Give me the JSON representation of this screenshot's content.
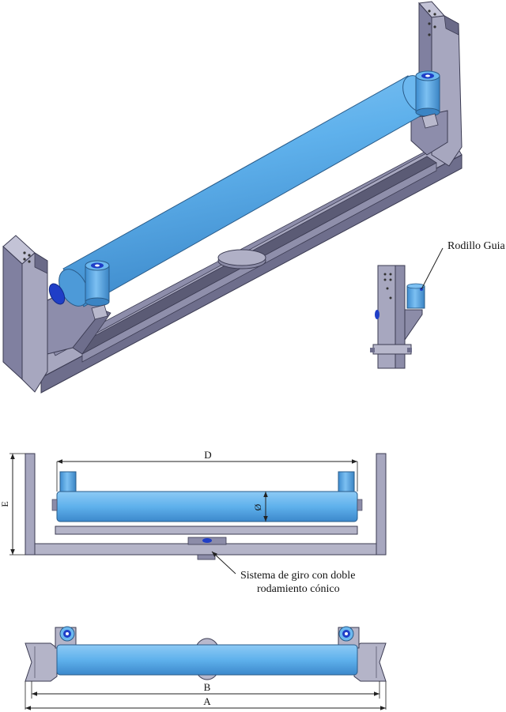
{
  "labels": {
    "guide_roller": "Rodillo Guia",
    "dim_d": "D",
    "dim_e": "E",
    "dim_phi": "Ø",
    "pivot_line1": "Sistema de giro con doble",
    "pivot_line2": "rodamiento cónico",
    "dim_b": "B",
    "dim_a": "A"
  },
  "colors": {
    "roller_blue": "#5fb1ec",
    "roller_dark": "#3a86c8",
    "frame_grey": "#a7a7bf",
    "frame_dark": "#6e6e8c",
    "frame_shadow": "#4d4d63",
    "bearing_blue": "#1f3ec7",
    "line": "#222222"
  }
}
